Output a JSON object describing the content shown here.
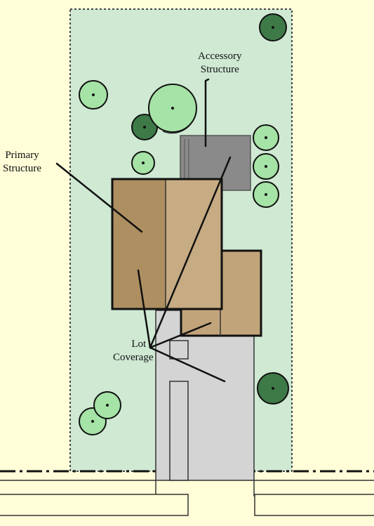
{
  "diagram": {
    "labels": {
      "accessory": [
        "Accessory",
        "Structure"
      ],
      "primary": [
        "Primary",
        "Structure"
      ],
      "coverage": [
        "Lot",
        "Coverage"
      ]
    },
    "colors": {
      "background": "#fffed8",
      "lawn": "#cfe9d3",
      "primary_structure": "#c2a47a",
      "primary_structure_shade": "#ad8f61",
      "accessory_structure": "#8a8a8a",
      "driveway": "#d4d4d4",
      "tree_light": "#a6e3a6",
      "tree_dark": "#3e7a48"
    },
    "icons": [
      "tree-icon"
    ]
  }
}
